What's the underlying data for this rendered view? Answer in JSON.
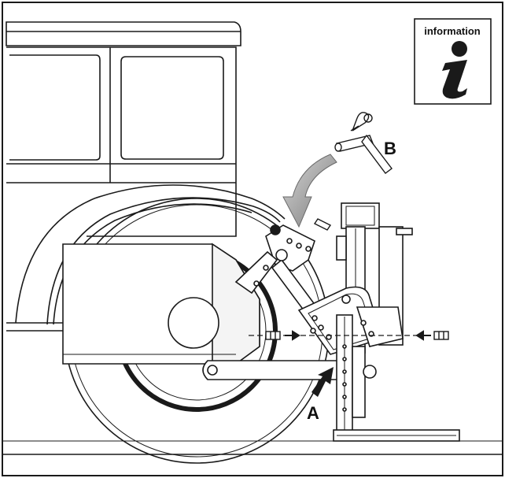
{
  "info_box": {
    "label": "information",
    "icon": "info-i-icon"
  },
  "callouts": {
    "a": "A",
    "b": "B"
  },
  "colors": {
    "line": "#1a1a1a",
    "arrow_gray": "#8a8a8a",
    "background": "#ffffff"
  }
}
